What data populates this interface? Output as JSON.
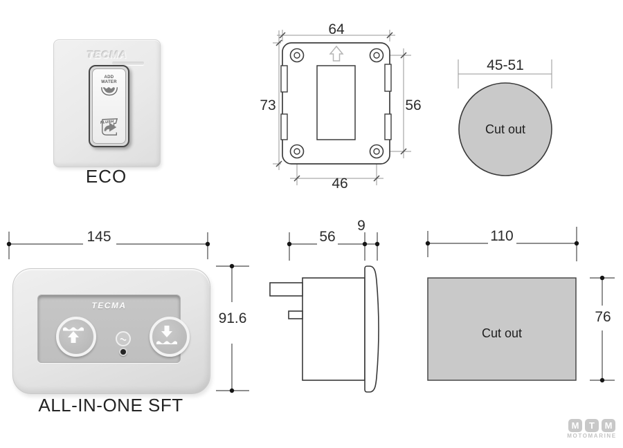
{
  "colors": {
    "background": "#ffffff",
    "drawing_line": "#3c3c3c",
    "dimension_line": "#8f8f8f",
    "dimension_text": "#2b2b2b",
    "cutout_fill": "#c9c9c9",
    "panel_light_gray": "#e9e9e9",
    "panel_recess_gray": "#c2c2c2",
    "logo_gray": "#c8c8c8"
  },
  "eco": {
    "label": "ECO",
    "brand": "TECMA",
    "switch": {
      "add_water_line1": "ADD",
      "add_water_line2": "WATER",
      "flush_label": "FLUSH"
    }
  },
  "mounting_plate": {
    "dim_width": "64",
    "dim_height": "73",
    "dim_hole_spacing_vertical": "56",
    "dim_hole_spacing_horizontal": "46"
  },
  "circle_cutout": {
    "dim_diameter": "45-51",
    "label": "Cut out"
  },
  "all_in_one": {
    "label": "ALL-IN-ONE SFT",
    "brand": "TECMA",
    "dim_width": "145",
    "dim_height": "91.6"
  },
  "side_view": {
    "dim_depth": "56",
    "dim_bezel": "9"
  },
  "rect_cutout": {
    "dim_width": "110",
    "dim_height": "76",
    "label": "Cut out"
  },
  "logo": {
    "letters": [
      "M",
      "T",
      "M"
    ],
    "subtext": "MOTOMARINE"
  }
}
